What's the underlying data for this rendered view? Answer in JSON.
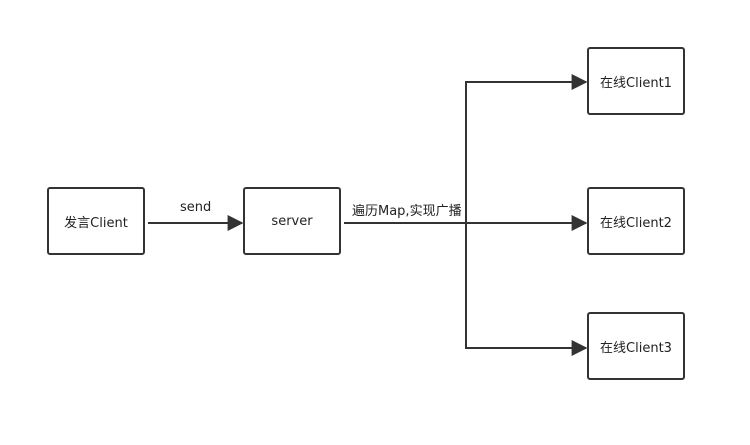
{
  "nodes": {
    "sender": "发言Client",
    "server": "server",
    "client1": "在线Client1",
    "client2": "在线Client2",
    "client3": "在线Client3"
  },
  "edges": {
    "send_label": "send",
    "broadcast_label": "遍历Map,实现广播"
  },
  "colors": {
    "line": "#333333",
    "node_border": "#333333",
    "text": "#222222"
  }
}
